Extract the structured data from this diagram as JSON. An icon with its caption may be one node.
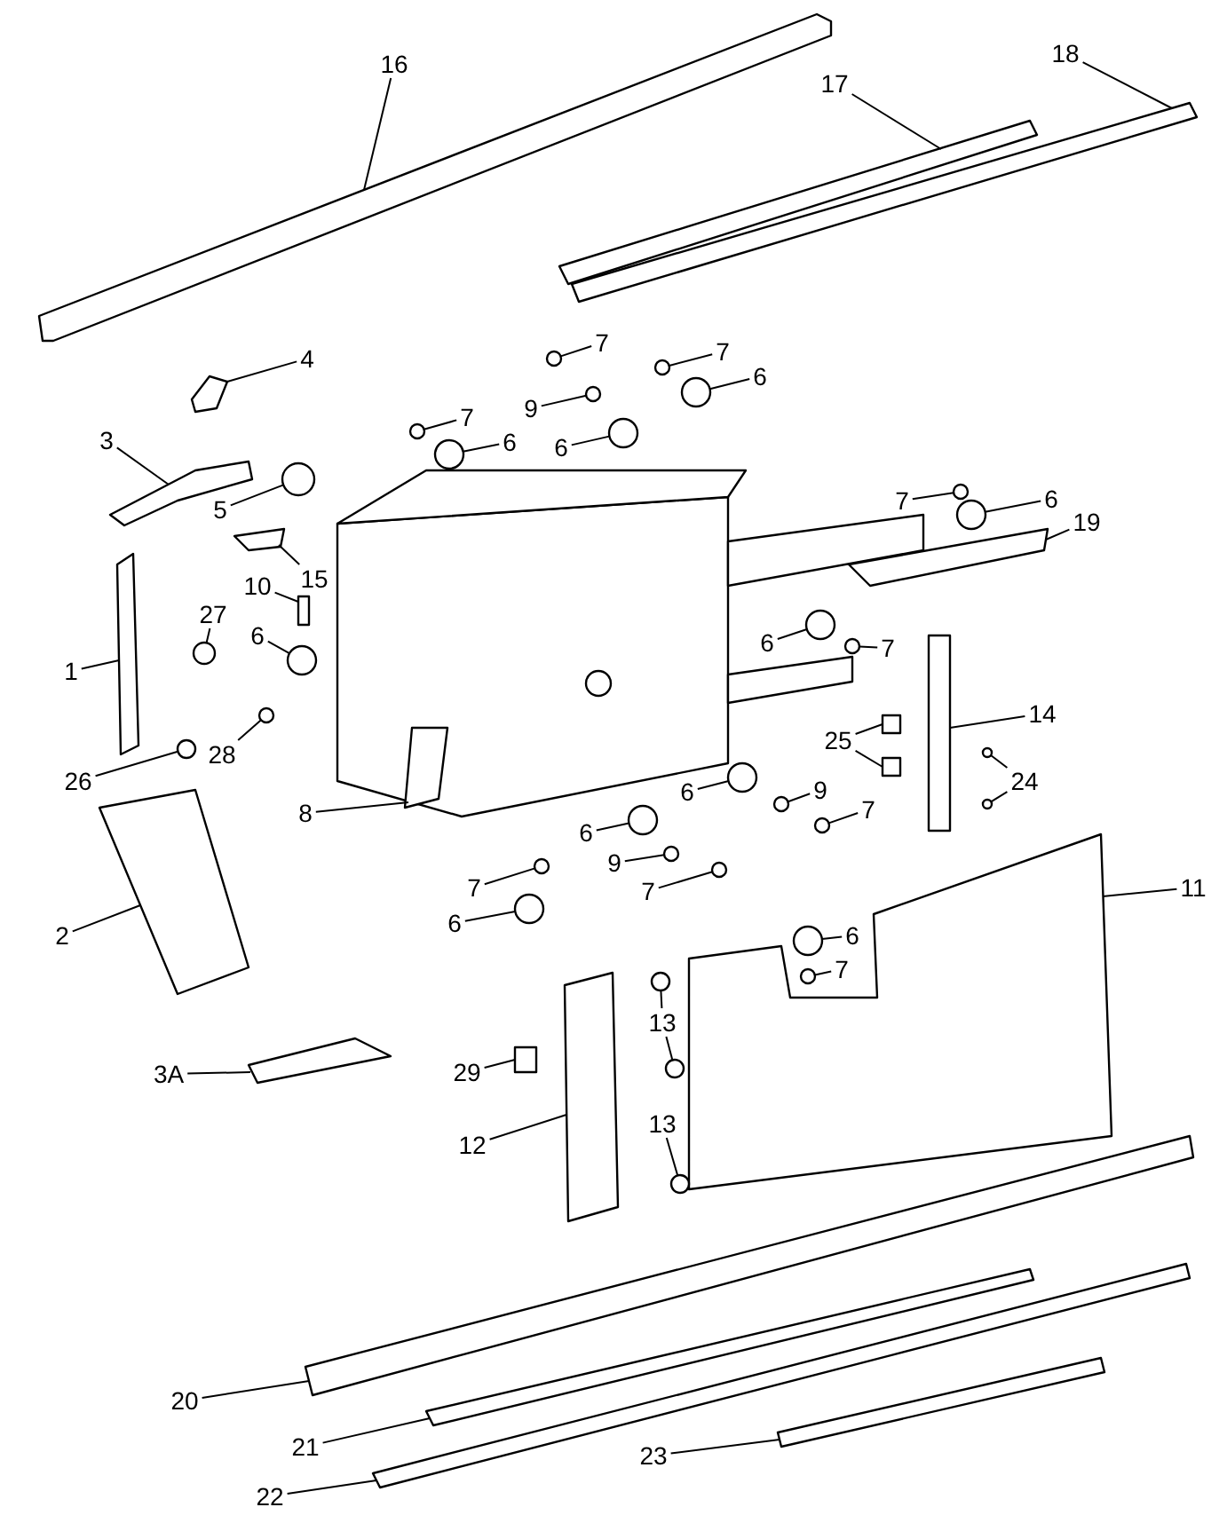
{
  "diagram": {
    "nodes": [
      {
        "text": [
          "16"
        ]
      },
      {
        "text": [
          "17"
        ]
      },
      {
        "text": [
          "18"
        ]
      },
      {
        "text": [
          "4"
        ]
      },
      {
        "text": [
          "7"
        ]
      },
      {
        "text": [
          "7"
        ]
      },
      {
        "text": [
          "6"
        ]
      },
      {
        "text": [
          "9"
        ]
      },
      {
        "text": [
          "7"
        ]
      },
      {
        "text": [
          "6"
        ]
      },
      {
        "text": [
          "6"
        ]
      },
      {
        "text": [
          "3"
        ]
      },
      {
        "text": [
          "5"
        ]
      },
      {
        "text": [
          "15"
        ]
      },
      {
        "text": [
          "10"
        ]
      },
      {
        "text": [
          "7"
        ]
      },
      {
        "text": [
          "6"
        ]
      },
      {
        "text": [
          "19"
        ]
      },
      {
        "text": [
          "1"
        ]
      },
      {
        "text": [
          "27"
        ]
      },
      {
        "text": [
          "6"
        ]
      },
      {
        "text": [
          "6"
        ]
      },
      {
        "text": [
          "7"
        ]
      },
      {
        "text": [
          "25"
        ]
      },
      {
        "text": [
          "14"
        ]
      },
      {
        "text": [
          "24"
        ]
      },
      {
        "text": [
          "26"
        ]
      },
      {
        "text": [
          "28"
        ]
      },
      {
        "text": [
          "8"
        ]
      },
      {
        "text": [
          "6"
        ]
      },
      {
        "text": [
          "9"
        ]
      },
      {
        "text": [
          "7"
        ]
      },
      {
        "text": [
          "6"
        ]
      },
      {
        "text": [
          "9"
        ]
      },
      {
        "text": [
          "7"
        ]
      },
      {
        "text": [
          "7"
        ]
      },
      {
        "text": [
          "6"
        ]
      },
      {
        "text": [
          "11"
        ]
      },
      {
        "text": [
          "2"
        ]
      },
      {
        "text": [
          "6"
        ]
      },
      {
        "text": [
          "7"
        ]
      },
      {
        "text": [
          "13"
        ]
      },
      {
        "text": [
          "3A"
        ]
      },
      {
        "text": [
          "29"
        ]
      },
      {
        "text": [
          "13"
        ]
      },
      {
        "text": [
          "12"
        ]
      },
      {
        "text": [
          "20"
        ]
      },
      {
        "text": [
          "21"
        ]
      },
      {
        "text": [
          "22"
        ]
      },
      {
        "text": [
          "23"
        ]
      },
      {
        "text": [],
        "shape": "box"
      },
      {
        "text": [],
        "shape": "box"
      },
      {
        "text": [],
        "shape": "box"
      },
      {
        "text": [],
        "shape": "box"
      },
      {
        "text": [],
        "shape": "circle"
      },
      {
        "text": [],
        "shape": "circle"
      },
      {
        "text": [],
        "shape": "circle"
      },
      {
        "text": [],
        "shape": "circle"
      },
      {
        "text": [],
        "shape": "circle"
      },
      {
        "text": [],
        "shape": "circle"
      },
      {
        "text": [],
        "shape": "circle"
      },
      {
        "text": [],
        "shape": "box"
      },
      {
        "text": [],
        "shape": "circle"
      },
      {
        "text": [],
        "shape": "box"
      },
      {
        "text": [],
        "shape": "box"
      },
      {
        "text": [],
        "shape": "circle"
      },
      {
        "text": [],
        "shape": "circle"
      },
      {
        "text": [],
        "shape": "box"
      },
      {
        "text": [],
        "shape": "box"
      },
      {
        "text": [],
        "shape": "circle"
      },
      {
        "text": [],
        "shape": "circle"
      },
      {
        "text": [],
        "shape": "circle"
      },
      {
        "text": [],
        "shape": "circle"
      },
      {
        "text": [],
        "shape": "box"
      },
      {
        "text": [],
        "shape": "box"
      },
      {
        "text": [],
        "shape": "box"
      },
      {
        "text": [],
        "shape": "circle"
      },
      {
        "text": [],
        "shape": "circle"
      },
      {
        "text": [],
        "shape": "circle"
      },
      {
        "text": [],
        "shape": "circle"
      },
      {
        "text": [],
        "shape": "box"
      },
      {
        "text": [],
        "shape": "circle"
      },
      {
        "text": [],
        "shape": "circle"
      },
      {
        "text": [],
        "shape": "circle"
      },
      {
        "text": [],
        "shape": "circle"
      },
      {
        "text": [],
        "shape": "circle"
      },
      {
        "text": [],
        "shape": "circle"
      },
      {
        "text": [],
        "shape": "circle"
      },
      {
        "text": [],
        "shape": "circle"
      },
      {
        "text": [],
        "shape": "box"
      },
      {
        "text": [],
        "shape": "box"
      },
      {
        "text": [],
        "shape": "circle"
      },
      {
        "text": [],
        "shape": "circle"
      },
      {
        "text": [],
        "shape": "circle"
      },
      {
        "text": [],
        "shape": "circle"
      },
      {
        "text": [],
        "shape": "box"
      },
      {
        "text": [],
        "shape": "box"
      },
      {
        "text": [],
        "shape": "circle"
      },
      {
        "text": [],
        "shape": "box"
      },
      {
        "text": [],
        "shape": "box"
      },
      {
        "text": [],
        "shape": "box"
      },
      {
        "text": [],
        "shape": "box"
      },
      {
        "text": [],
        "shape": "box"
      }
    ],
    "edges": [
      {
        "from": 0,
        "to": 50,
        "arrow": "none"
      },
      {
        "from": 1,
        "to": 51,
        "arrow": "none"
      },
      {
        "from": 2,
        "to": 52,
        "arrow": "none"
      },
      {
        "from": 3,
        "to": 53,
        "arrow": "none"
      },
      {
        "from": 4,
        "to": 54,
        "arrow": "none"
      },
      {
        "from": 5,
        "to": 55,
        "arrow": "none"
      },
      {
        "from": 6,
        "to": 56,
        "arrow": "none"
      },
      {
        "from": 7,
        "to": 57,
        "arrow": "none"
      },
      {
        "from": 8,
        "to": 58,
        "arrow": "none"
      },
      {
        "from": 9,
        "to": 59,
        "arrow": "none"
      },
      {
        "from": 10,
        "to": 60,
        "arrow": "none"
      },
      {
        "from": 11,
        "to": 61,
        "arrow": "none"
      },
      {
        "from": 12,
        "to": 62,
        "arrow": "none"
      },
      {
        "from": 13,
        "to": 63,
        "arrow": "none"
      },
      {
        "from": 14,
        "to": 64,
        "arrow": "none"
      },
      {
        "from": 15,
        "to": 65,
        "arrow": "none"
      },
      {
        "from": 16,
        "to": 66,
        "arrow": "none"
      },
      {
        "from": 17,
        "to": 67,
        "arrow": "none"
      },
      {
        "from": 18,
        "to": 68,
        "arrow": "none"
      },
      {
        "from": 19,
        "to": 69,
        "arrow": "none"
      },
      {
        "from": 20,
        "to": 70,
        "arrow": "none"
      },
      {
        "from": 21,
        "to": 71,
        "arrow": "none"
      },
      {
        "from": 22,
        "to": 72,
        "arrow": "none"
      },
      {
        "from": 23,
        "to": 73,
        "arrow": "none"
      },
      {
        "from": 23,
        "to": 74,
        "arrow": "none"
      },
      {
        "from": 24,
        "to": 75,
        "arrow": "none"
      },
      {
        "from": 25,
        "to": 76,
        "arrow": "none"
      },
      {
        "from": 25,
        "to": 77,
        "arrow": "none"
      },
      {
        "from": 26,
        "to": 78,
        "arrow": "none"
      },
      {
        "from": 27,
        "to": 79,
        "arrow": "none"
      },
      {
        "from": 28,
        "to": 80,
        "arrow": "none"
      },
      {
        "from": 29,
        "to": 81,
        "arrow": "none"
      },
      {
        "from": 30,
        "to": 82,
        "arrow": "none"
      },
      {
        "from": 31,
        "to": 83,
        "arrow": "none"
      },
      {
        "from": 32,
        "to": 84,
        "arrow": "none"
      },
      {
        "from": 33,
        "to": 85,
        "arrow": "none"
      },
      {
        "from": 34,
        "to": 86,
        "arrow": "none"
      },
      {
        "from": 35,
        "to": 87,
        "arrow": "none"
      },
      {
        "from": 36,
        "to": 88,
        "arrow": "none"
      },
      {
        "from": 37,
        "to": 89,
        "arrow": "none"
      },
      {
        "from": 38,
        "to": 90,
        "arrow": "none"
      },
      {
        "from": 39,
        "to": 91,
        "arrow": "none"
      },
      {
        "from": 40,
        "to": 92,
        "arrow": "none"
      },
      {
        "from": 41,
        "to": 93,
        "arrow": "none"
      },
      {
        "from": 41,
        "to": 94,
        "arrow": "none"
      },
      {
        "from": 42,
        "to": 95,
        "arrow": "none"
      },
      {
        "from": 43,
        "to": 96,
        "arrow": "none"
      },
      {
        "from": 44,
        "to": 97,
        "arrow": "none"
      },
      {
        "from": 45,
        "to": 98,
        "arrow": "none"
      },
      {
        "from": 46,
        "to": 99,
        "arrow": "none"
      },
      {
        "from": 47,
        "to": 100,
        "arrow": "none"
      },
      {
        "from": 48,
        "to": 101,
        "arrow": "none"
      },
      {
        "from": 49,
        "to": 102,
        "arrow": "none"
      }
    ]
  }
}
